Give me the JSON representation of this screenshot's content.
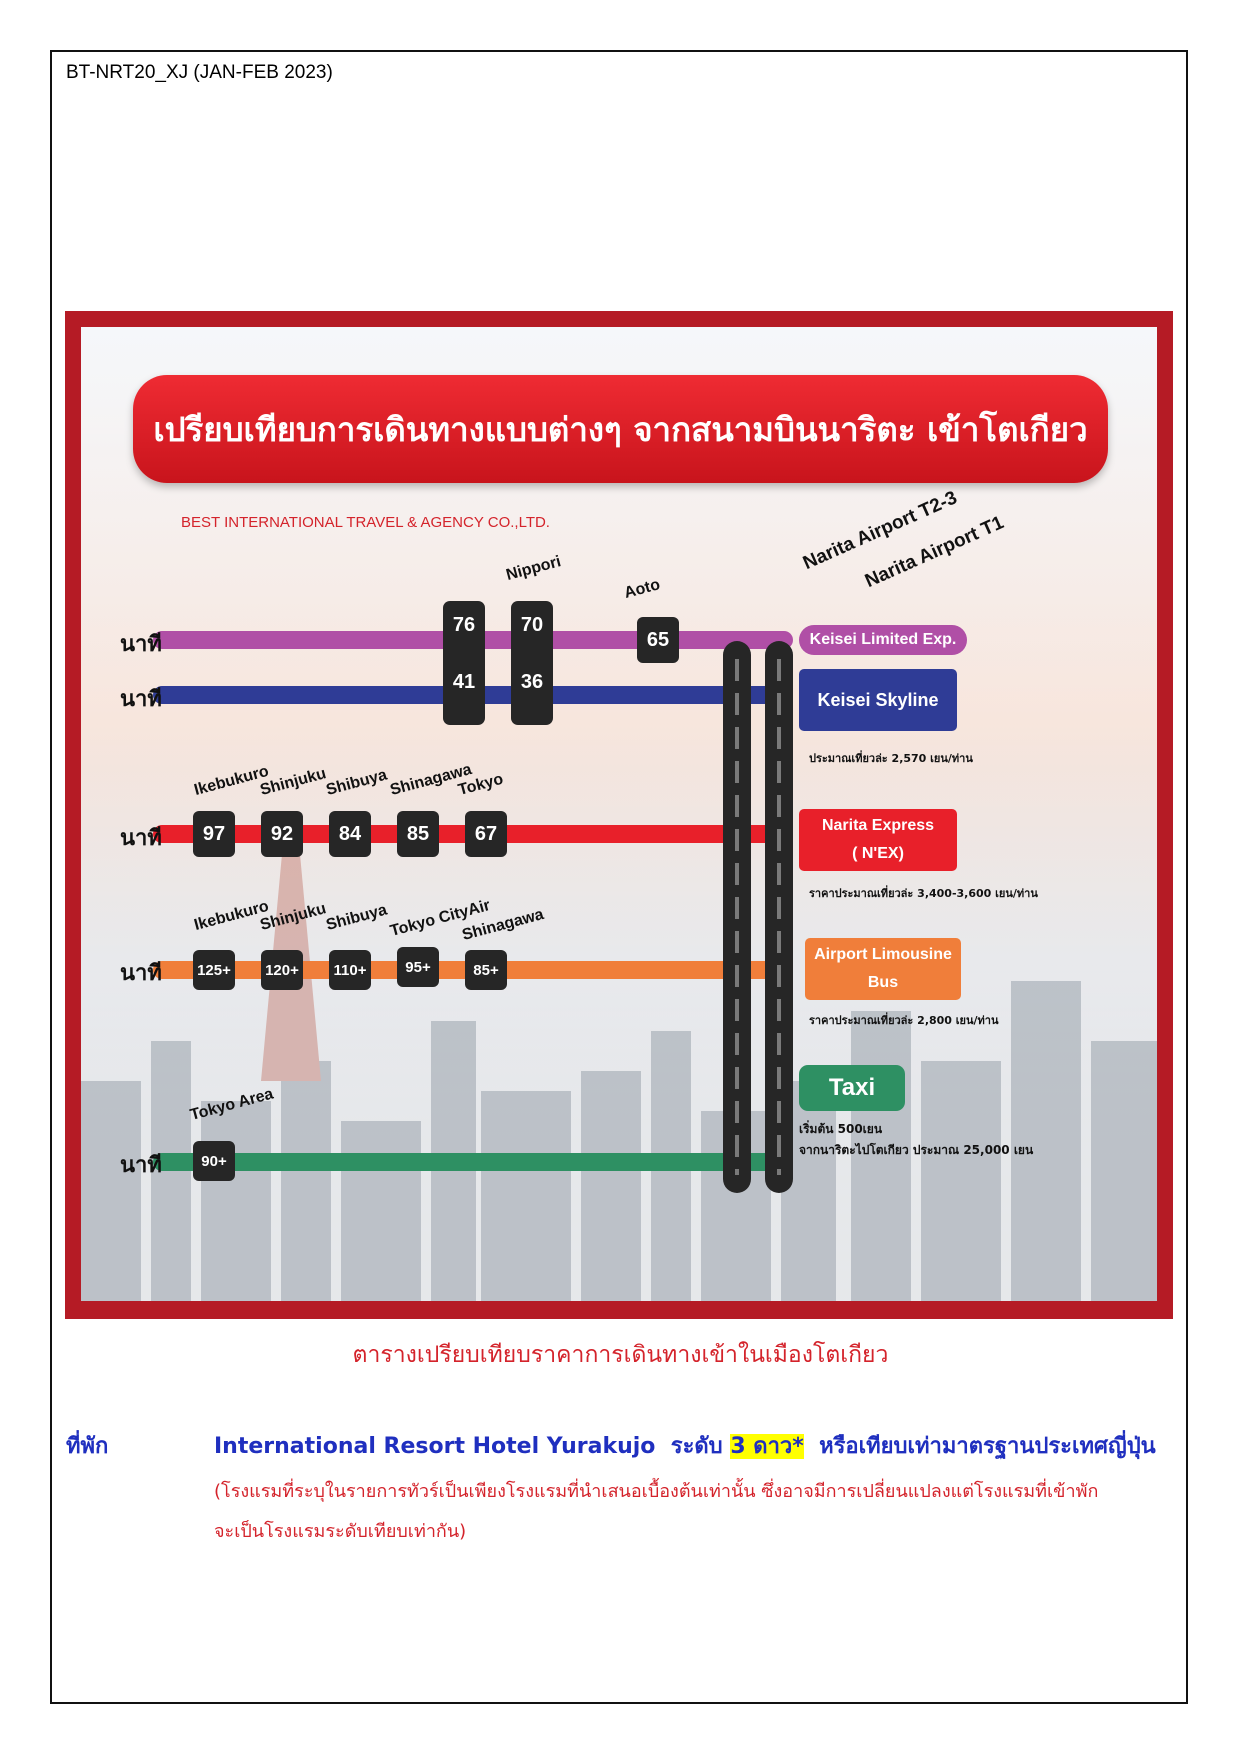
{
  "doc_code": "BT-NRT20_XJ (JAN-FEB 2023)",
  "map": {
    "title": "เปรียบเทียบการเดินทางแบบต่างๆ จากสนามบินนาริตะ เข้าโตเกียว",
    "company": "BEST INTERNATIONAL TRAVEL & AGENCY CO.,LTD.",
    "unit": "นาที",
    "airports": [
      "Narita Airport T2-3",
      "Narita Airport T1"
    ],
    "keisei": {
      "stations": [
        "Nippori",
        "Aoto"
      ],
      "limited_times": [
        "76",
        "70",
        "65"
      ],
      "skyline_times": [
        "41",
        "36"
      ],
      "limited_label": "Keisei Limited Exp.",
      "skyline_label": "Keisei Skyline",
      "skyline_note": "ประมาณเที่ยวล่ะ 2,570 เยน/ท่าน"
    },
    "nex": {
      "stations": [
        "Ikebukuro",
        "Shinjuku",
        "Shibuya",
        "Shinagawa",
        "Tokyo"
      ],
      "times": [
        "97",
        "92",
        "84",
        "85",
        "67"
      ],
      "label_1": "Narita Express",
      "label_2": "( N'EX)",
      "note": "ราคาประมาณเที่ยวล่ะ 3,400-3,600 เยน/ท่าน"
    },
    "bus": {
      "stations": [
        "Ikebukuro",
        "Shinjuku",
        "Shibuya",
        "Tokyo CityAir",
        "Shinagawa"
      ],
      "times": [
        "125+",
        "120+",
        "110+",
        "95+",
        "85+"
      ],
      "label_1": "Airport Limousine",
      "label_2": "Bus",
      "note": "ราคาประมาณเที่ยวล่ะ 2,800 เยน/ท่าน"
    },
    "taxi": {
      "station": "Tokyo Area",
      "time": "90+",
      "label": "Taxi",
      "note_1": "เริ่มต้น 500เยน",
      "note_2": "จากนาริตะไปโตเกียว ประมาณ 25,000 เยน"
    },
    "colors": {
      "keisei_limited": "#b04fa6",
      "keisei_skyline": "#2f3c96",
      "nex": "#e8202a",
      "bus": "#f07e3a",
      "taxi": "#2e9063"
    }
  },
  "caption": "ตารางเปรียบเทียบราคาการเดินทางเข้าในเมืองโตเกียว",
  "hotel": {
    "label": "ที่พัก",
    "name": "International Resort Hotel Yurakujo",
    "level_prefix": "ระดับ",
    "level": "3 ดาว*",
    "level_suffix": "หรือเทียบเท่ามาตรฐานประเทศญี่ปุ่น",
    "note_1": "(โรงแรมที่ระบุในรายการทัวร์เป็นเพียงโรงแรมที่นำเสนอเบื้องต้นเท่านั้น ซึ่งอาจมีการเปลี่ยนแปลงแต่โรงแรมที่เข้าพัก",
    "note_2": "จะเป็นโรงแรมระดับเทียบเท่ากัน)"
  }
}
